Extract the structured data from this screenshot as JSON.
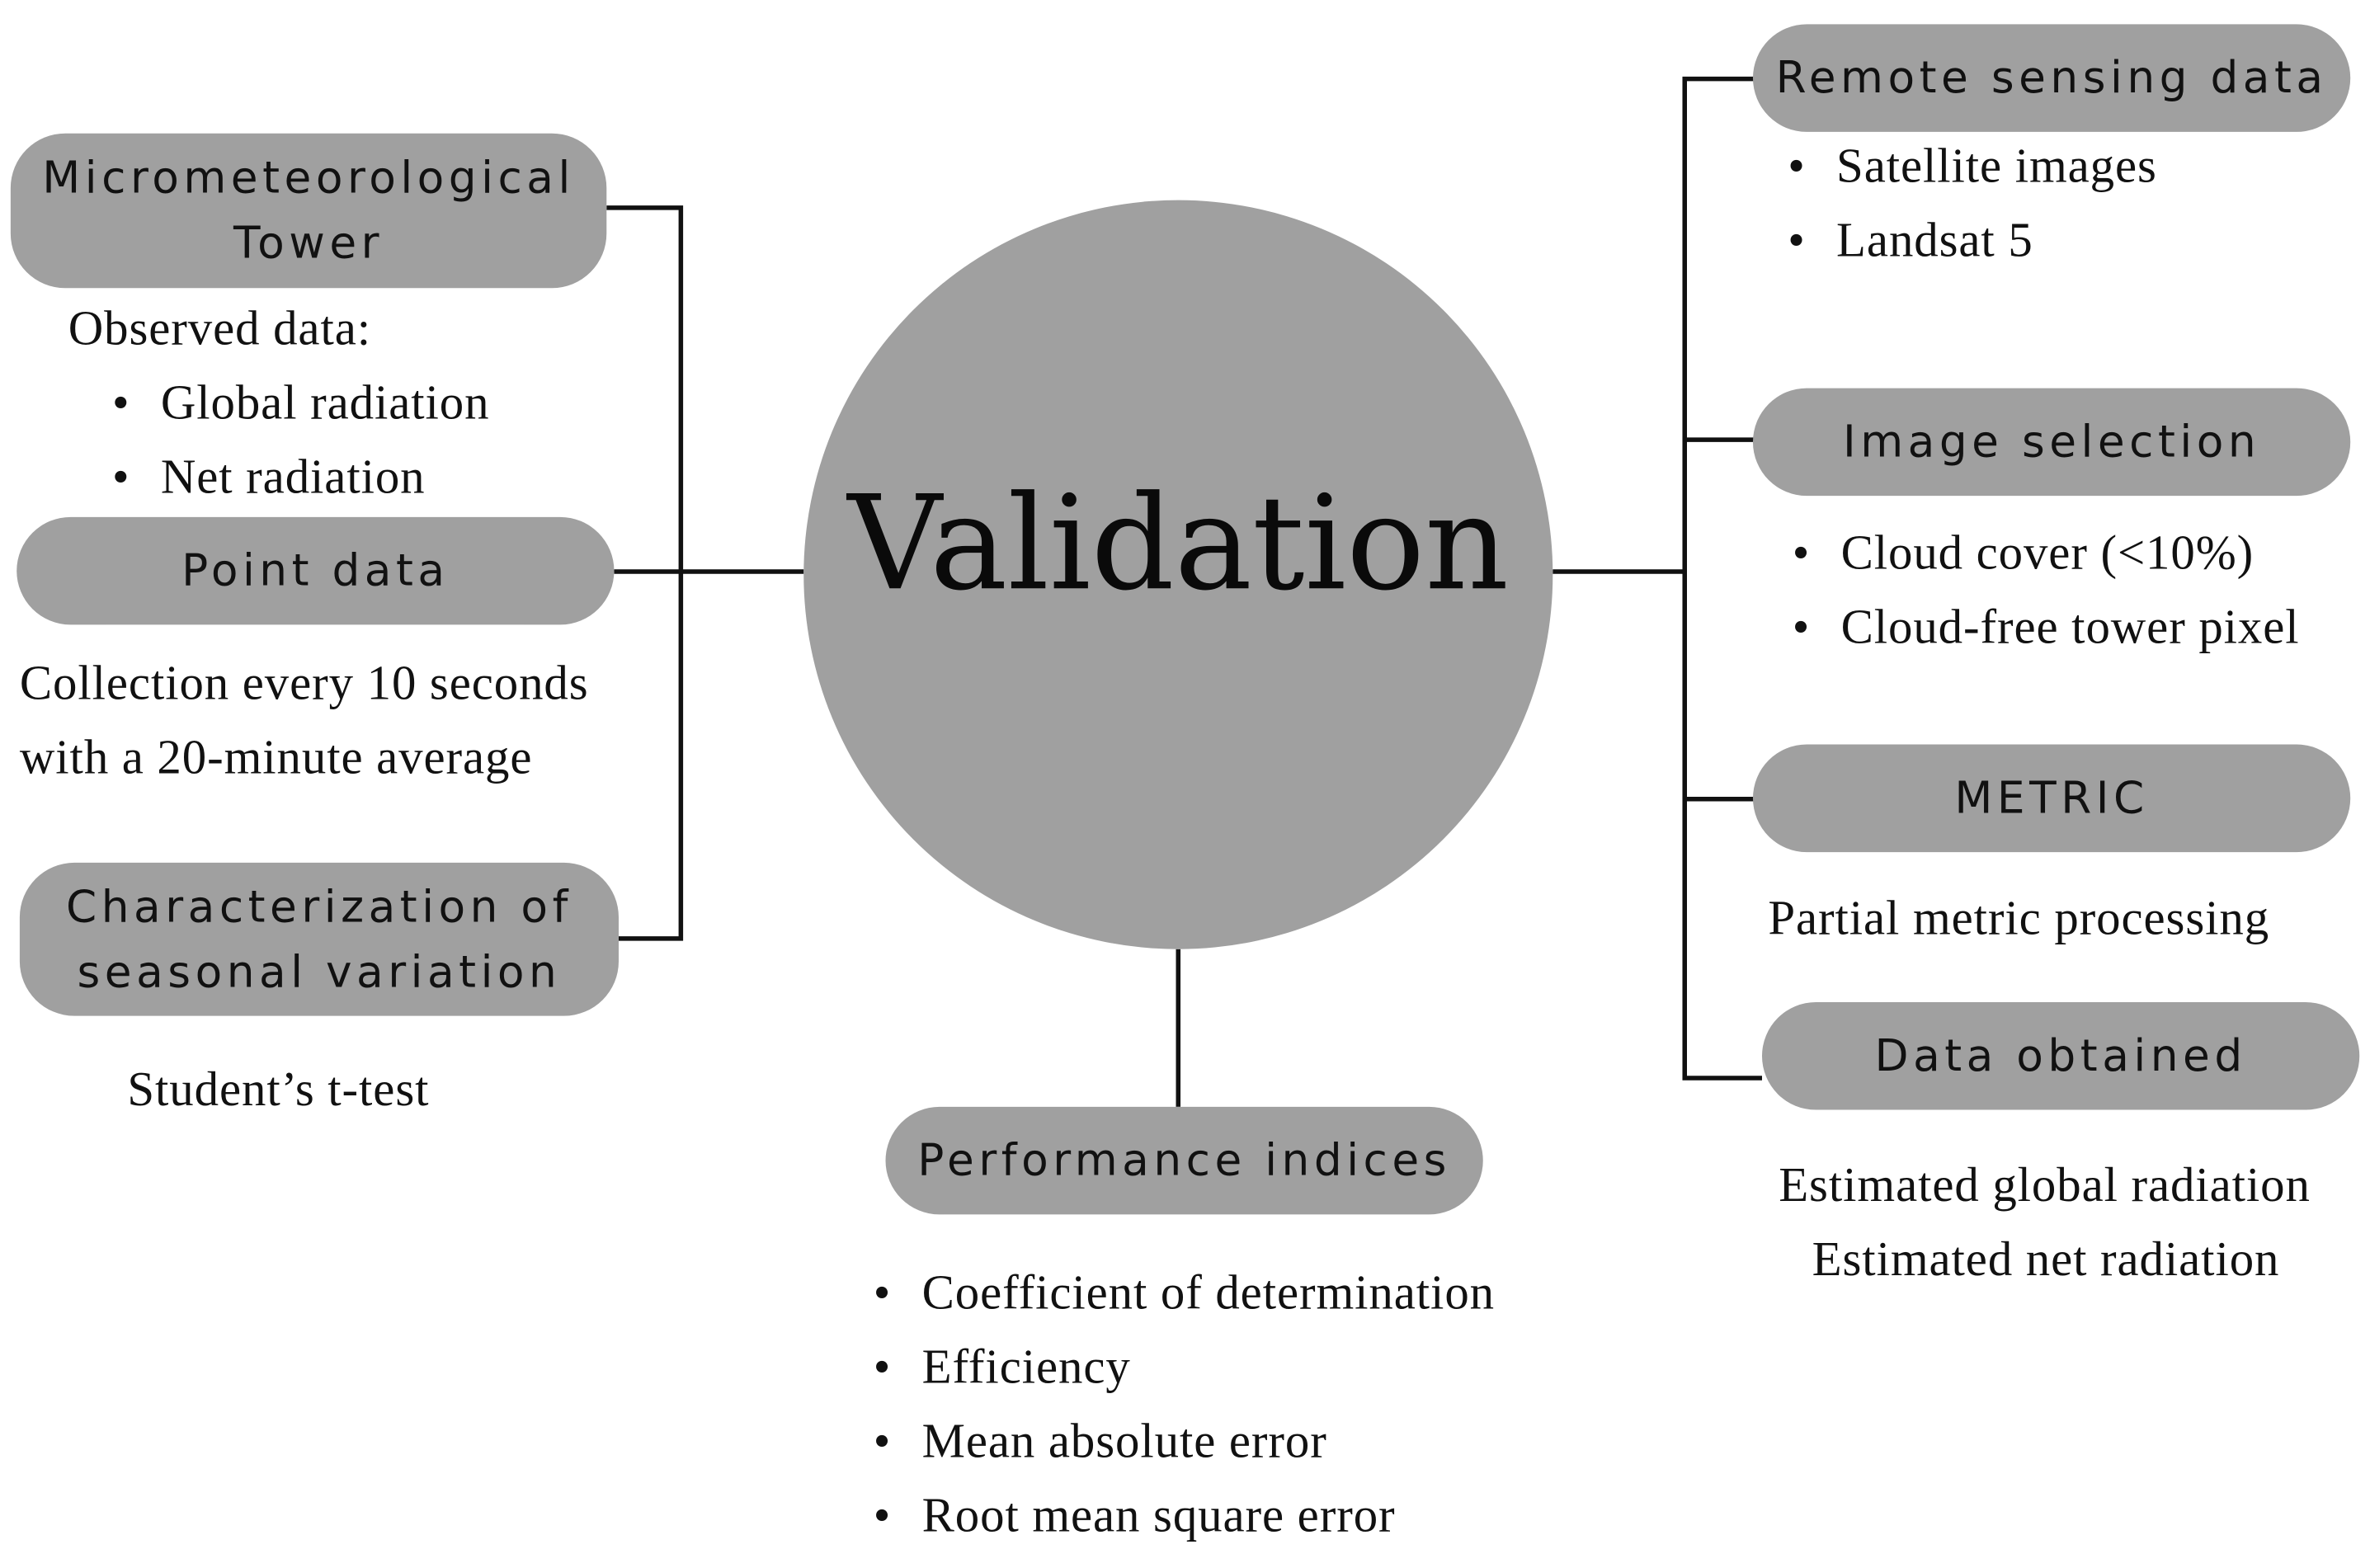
{
  "center": {
    "label": "Validation"
  },
  "left": {
    "tower": {
      "title": "Micrometeorological\nTower",
      "intro": "Observed data:",
      "items": [
        "Global radiation",
        "Net radiation"
      ]
    },
    "point_data": {
      "title": "Point data",
      "lines": [
        "Collection every 10 seconds",
        "with a 20-minute average"
      ]
    },
    "seasonal": {
      "title": "Characterization of\nseasonal variation",
      "text": "Student’s t-test"
    }
  },
  "bottom": {
    "performance": {
      "title": "Performance indices",
      "items": [
        "Coefficient of determination",
        "Efficiency",
        "Mean absolute error",
        "Root mean square error"
      ]
    }
  },
  "right": {
    "remote": {
      "title": "Remote sensing data",
      "items": [
        "Satellite images",
        "Landsat 5"
      ]
    },
    "image_selection": {
      "title": "Image selection",
      "items": [
        "Cloud cover (<10%)",
        "Cloud-free tower pixel"
      ]
    },
    "metric": {
      "title": "METRIC",
      "text": "Partial metric processing"
    },
    "obtained": {
      "title": "Data obtained",
      "lines": [
        "Estimated global radiation",
        "Estimated net radiation"
      ]
    }
  },
  "colors": {
    "node_fill": "#a0a0a0",
    "line": "#111111",
    "text": "#111111"
  }
}
